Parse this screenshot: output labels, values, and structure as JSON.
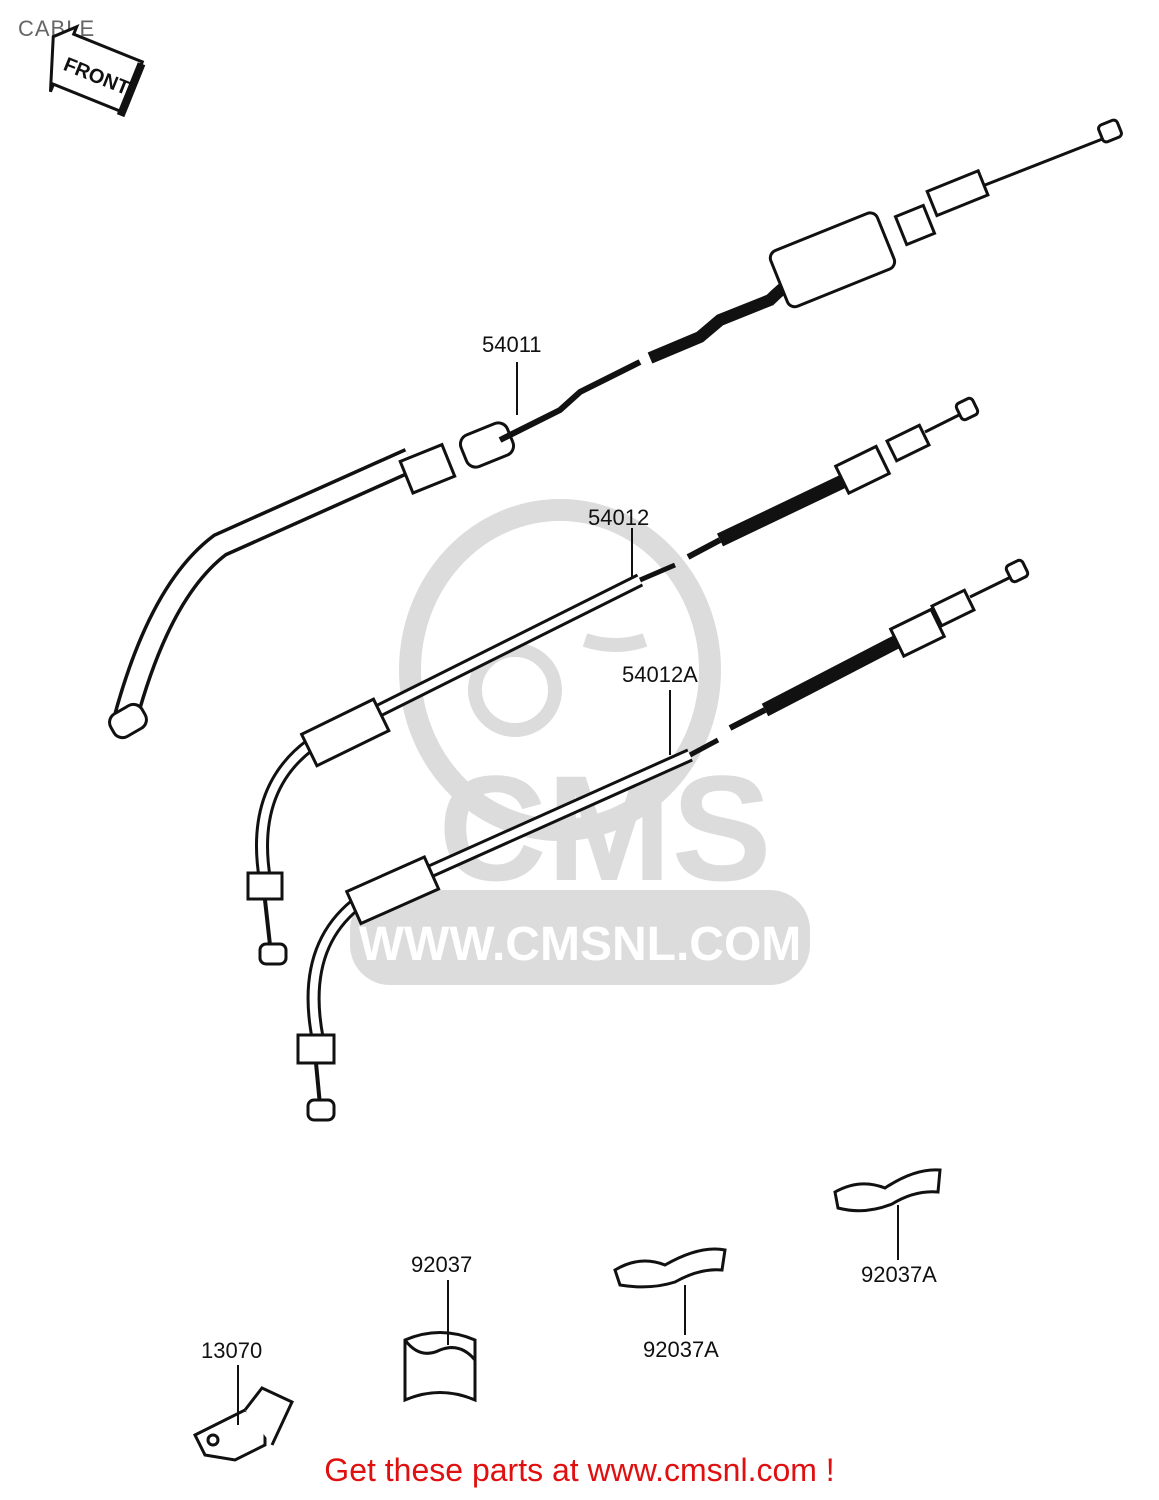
{
  "header": {
    "section_title": "CABLE",
    "direction_arrow_text": "FRONT"
  },
  "watermark": {
    "brand": "CMS",
    "url": "WWW.CMSNL.COM"
  },
  "parts": [
    {
      "number": "54011"
    },
    {
      "number": "54012"
    },
    {
      "number": "54012A"
    },
    {
      "number": "92037"
    },
    {
      "number": "92037A"
    },
    {
      "number": "92037A"
    },
    {
      "number": "13070"
    }
  ],
  "footer": {
    "text": "Get these parts at www.cmsnl.com !"
  },
  "colors": {
    "line": "#111111",
    "watermark": "#dcdcdc",
    "footer": "#e01010"
  }
}
